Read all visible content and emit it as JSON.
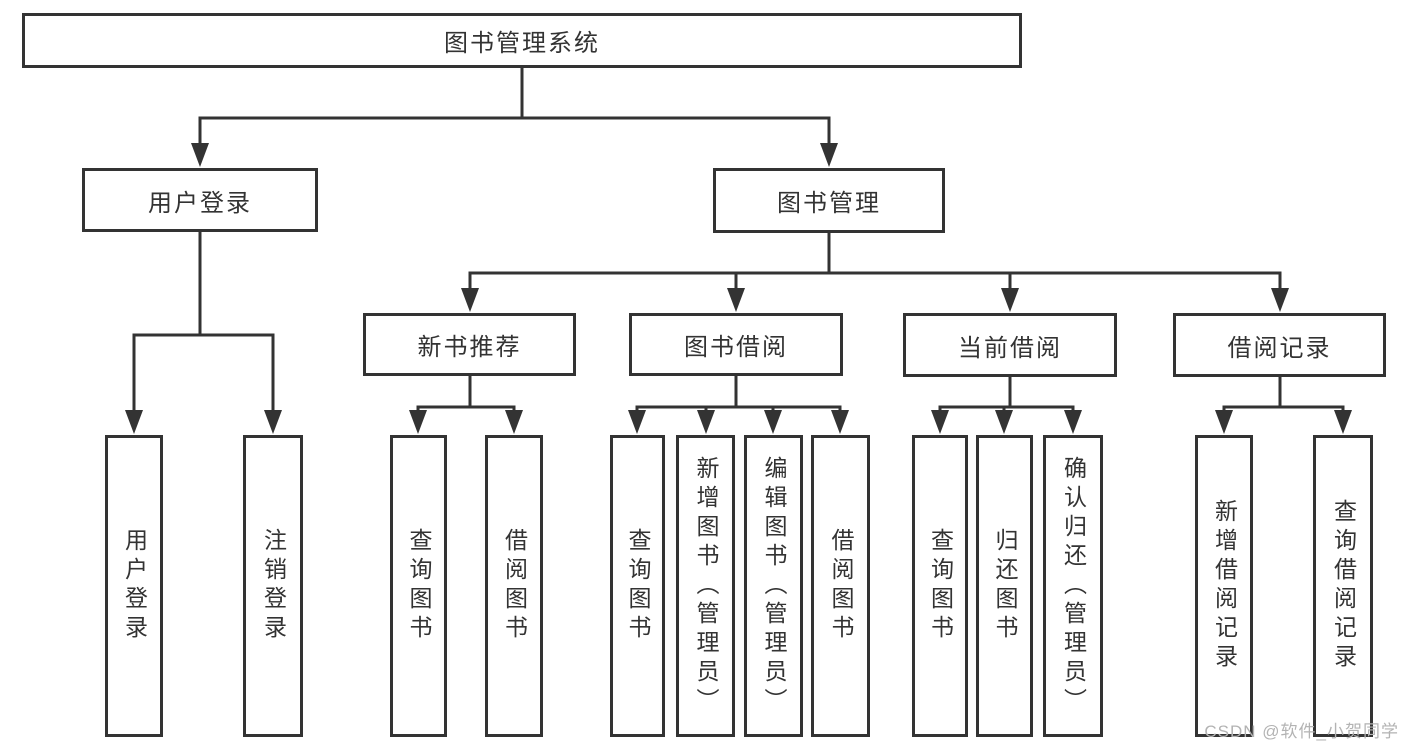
{
  "diagram": {
    "root": "图书管理系统",
    "level2": [
      "用户登录",
      "图书管理"
    ],
    "level3": [
      "新书推荐",
      "图书借阅",
      "当前借阅",
      "借阅记录"
    ],
    "leaves": {
      "user_login": [
        "用户登录",
        "注销登录"
      ],
      "new_book": [
        "查询图书",
        "借阅图书"
      ],
      "book_borrow": [
        "查询图书",
        "新增图书（管理员）",
        "编辑图书（管理员）",
        "借阅图书"
      ],
      "current_borrow": [
        "查询图书",
        "归还图书",
        "确认归还（管理员）"
      ],
      "borrow_record": [
        "新增借阅记录",
        "查询借阅记录"
      ]
    },
    "watermark": "CSDN @软件_小贺同学",
    "colors": {
      "line": "#333333",
      "border": "#333333",
      "fill": "#ffffff",
      "text": "#333333",
      "watermark": "#b3b3b3",
      "background": "#ffffff"
    }
  }
}
